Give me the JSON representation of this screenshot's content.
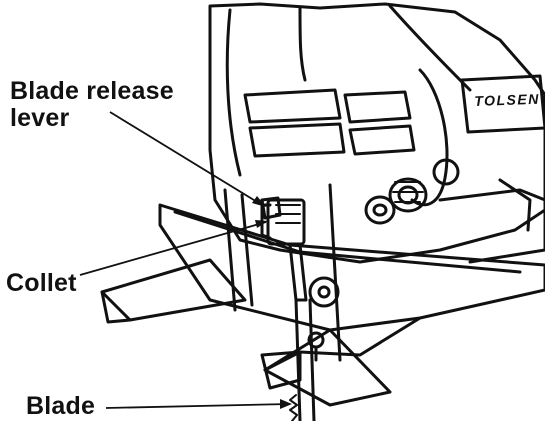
{
  "labels": {
    "blade_release_lever_line1": "Blade release",
    "blade_release_lever_line2": "lever",
    "collet": "Collet",
    "blade": "Blade"
  },
  "brand": "TOLSEN",
  "colors": {
    "ink": "#111111",
    "background": "#ffffff"
  }
}
